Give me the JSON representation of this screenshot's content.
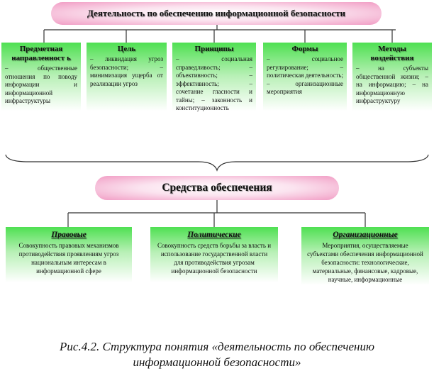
{
  "header": {
    "title": "Деятельность по обеспечению информационной безопасности"
  },
  "columns": [
    {
      "title": "Предметная направленност ь",
      "body": "– общественные отношения по поводу информации и информационной инфраструктуры"
    },
    {
      "title": "Цель",
      "body": "– ликвидация угроз безопасности; – минимизация ущерба от реализации угроз"
    },
    {
      "title": "Принципы",
      "body": "– социальная справедливость; – объективность; – эффективность; – сочетание гласности и тайны; – законность и конституционность"
    },
    {
      "title": "Формы",
      "body": "– социальное регулирование; – политическая деятельность; – организационные мероприятия"
    },
    {
      "title": "Методы воздействия",
      "body": "– на субъекты общественной жизни; – на информацию; – на информационную инфраструктуру"
    }
  ],
  "means_header": {
    "title": "Средства обеспечения"
  },
  "means": [
    {
      "title": "Правовые",
      "body": "Совокупность правовых механизмов противодействия проявлениям угроз национальным интересам в информационной сфере"
    },
    {
      "title": "Политические",
      "body": "Совокупность средств борьбы за власть и использование государственной власти для противодействия угрозам информационной безопасности"
    },
    {
      "title": "Организационные",
      "body": "Мероприятия, осуществляемые субъектами обеспечения информационной безопасности: технологические, материальные, финансовые, кадровые, научные, информационные"
    }
  ],
  "caption": {
    "line1": "Рис.4.2. Структура понятия «деятельность по обеспечению",
    "line2": "информационной безопасности»"
  },
  "colors": {
    "pill_edge": "#f19cc4",
    "card_top": "#4fe052",
    "line": "#333333"
  }
}
